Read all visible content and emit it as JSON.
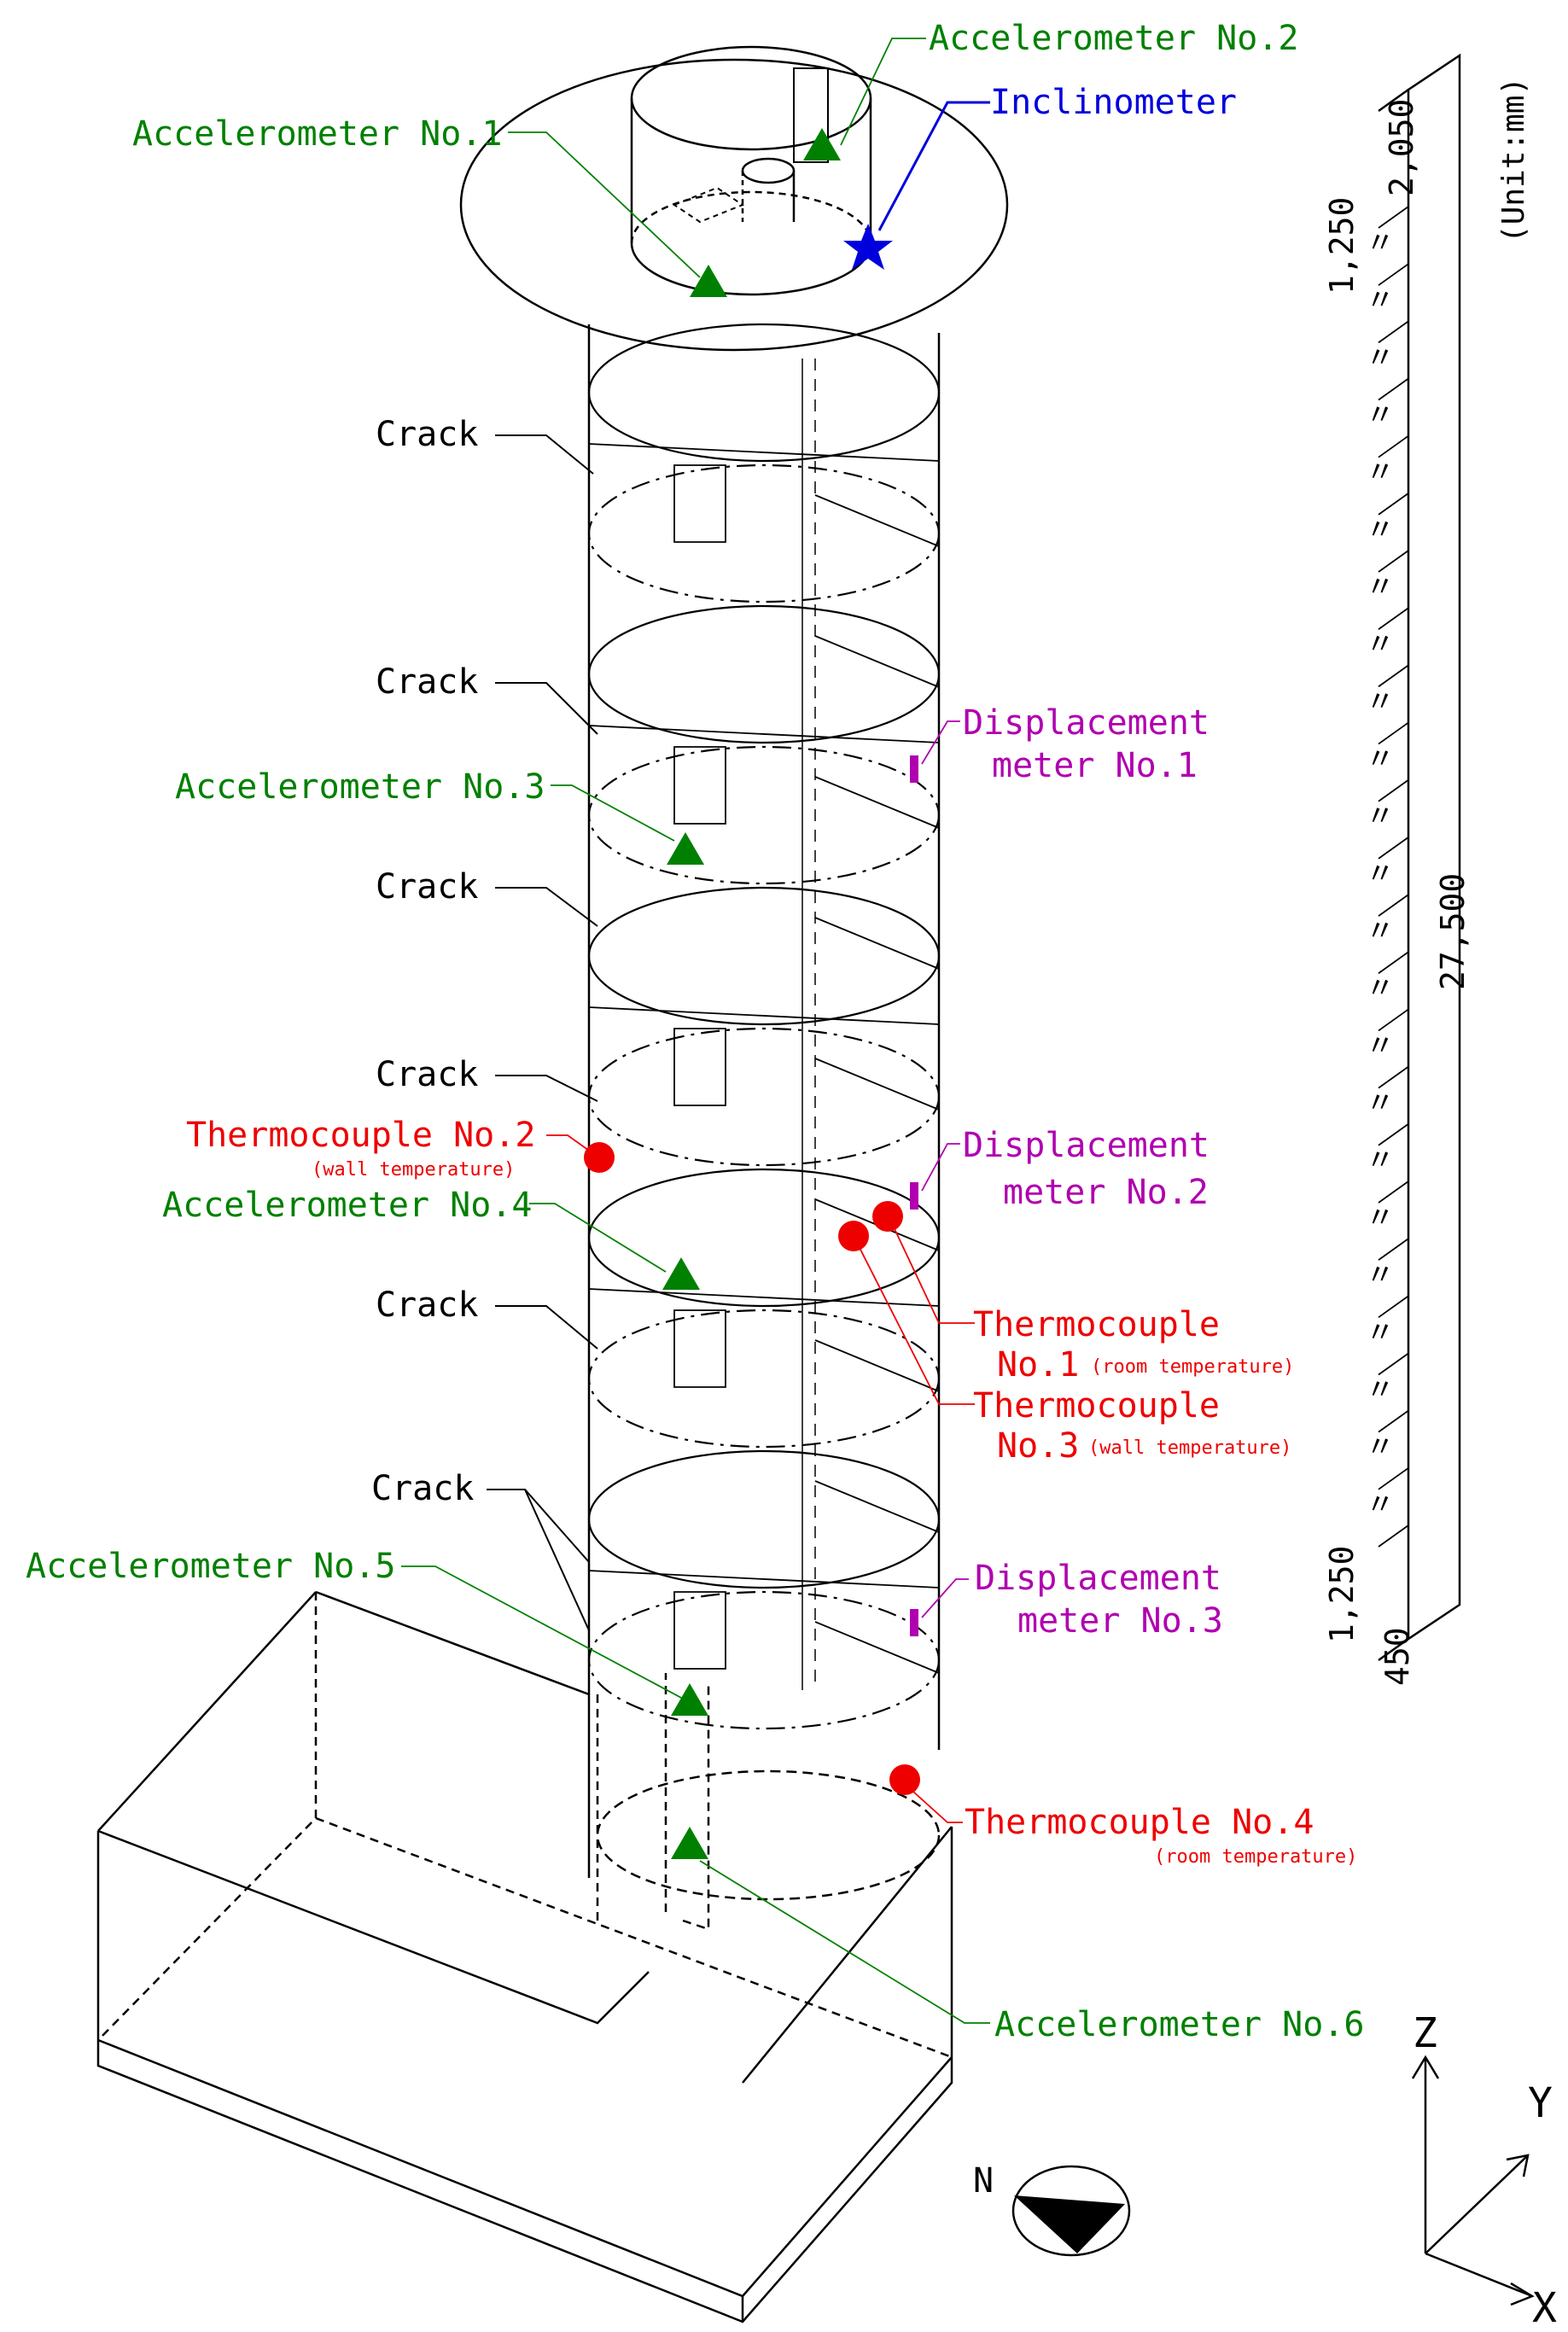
{
  "colors": {
    "accelerometer": "#008000",
    "inclinometer": "#0000dd",
    "displacement": "#b000b0",
    "thermocouple": "#ee0000",
    "structure": "#000000"
  },
  "labels": {
    "acc1": "Accelerometer No.1",
    "acc2": "Accelerometer No.2",
    "acc3": "Accelerometer No.3",
    "acc4": "Accelerometer No.4",
    "acc5": "Accelerometer No.5",
    "acc6": "Accelerometer No.6",
    "inclinometer": "Inclinometer",
    "disp1_a": "Displacement",
    "disp1_b": "meter No.1",
    "disp2_a": "Displacement",
    "disp2_b": "meter No.2",
    "disp3_a": "Displacement",
    "disp3_b": "meter No.3",
    "tc1_a": "Thermocouple",
    "tc1_b": "No.1",
    "tc1_note": "(room temperature)",
    "tc2": "Thermocouple No.2",
    "tc2_note": "(wall temperature)",
    "tc3_a": "Thermocouple",
    "tc3_b": "No.3",
    "tc3_note": "(wall temperature)",
    "tc4": "Thermocouple No.4",
    "tc4_note": "(room temperature)",
    "crack": "Crack"
  },
  "scale": {
    "unit": "(Unit:mm)",
    "top": "2,050",
    "upper": "1,250",
    "total": "27,500",
    "lower": "1,250",
    "bottom": "450",
    "ditto": "〃"
  },
  "axes": {
    "z": "Z",
    "y": "Y",
    "x": "X"
  },
  "compass": {
    "north": "N"
  }
}
